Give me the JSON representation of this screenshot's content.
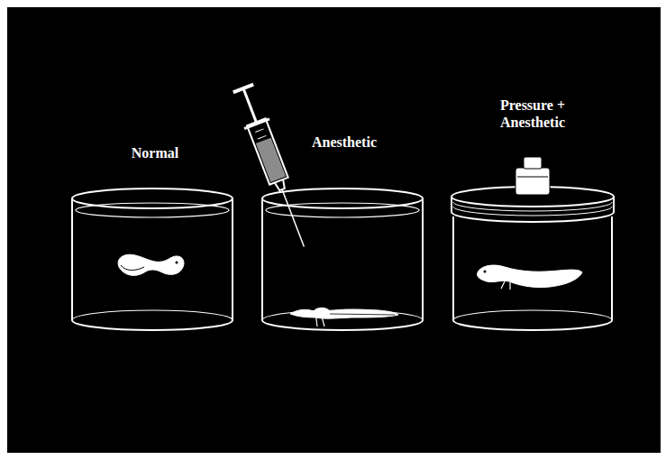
{
  "diagram": {
    "labels": [
      "Normal",
      "Anesthetic",
      "Pressure + Anesthetic"
    ]
  }
}
